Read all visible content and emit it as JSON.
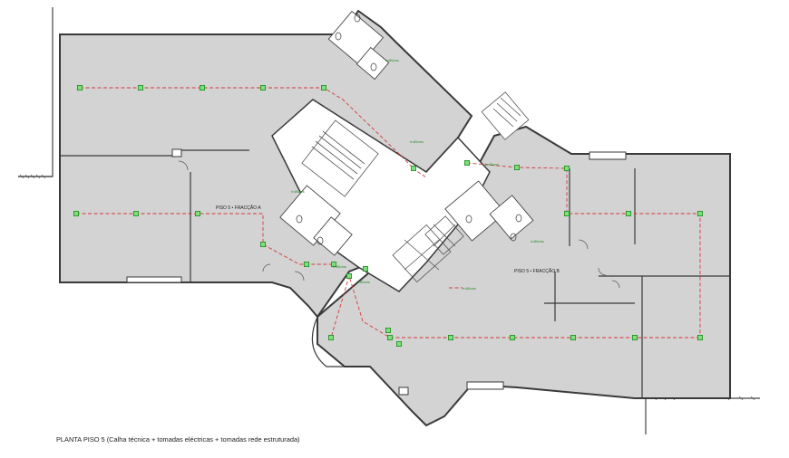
{
  "caption": "PLANTA PISO 5 (Calha técnica + tomadas eléctricas + tomadas rede estruturada)",
  "labels": {
    "fraction_a": "PISO 5 • FRACÇÃO A",
    "fraction_b": "PISO 5 • FRACÇÃO B"
  },
  "dimension_note": "h=80cms",
  "colors": {
    "floor": "#d3d3d3",
    "wall": "#3a3a3a",
    "core": "#ffffff",
    "conduit": "#d33a3a",
    "outlet_fill": "#7de07d",
    "outlet_stroke": "#1e8a1e"
  }
}
